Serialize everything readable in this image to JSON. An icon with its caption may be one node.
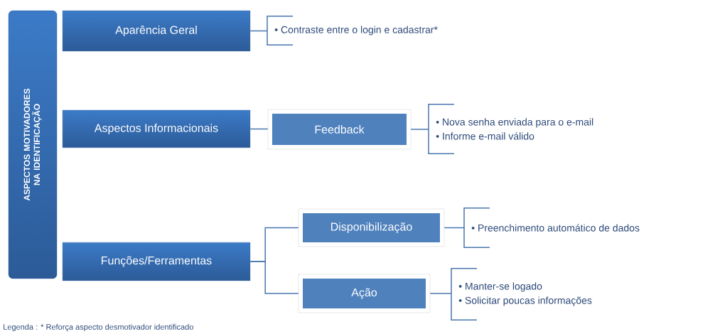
{
  "diagram": {
    "nodes": [
      {
        "text": [
          "ASPECTOS MOTIVADORES NA IDENTIFICAÇÃO"
        ]
      },
      {
        "text": [
          "Aparência Geral"
        ]
      },
      {
        "text": [
          "• Contraste entre o login e cadastrar*"
        ]
      },
      {
        "text": [
          "Aspectos Informacionais"
        ]
      },
      {
        "text": [
          "Feedback"
        ]
      },
      {
        "text": [
          "• Nova senha enviada para o e-mail",
          "• Informe e-mail válido"
        ]
      },
      {
        "text": [
          "Funções/Ferramentas"
        ]
      },
      {
        "text": [
          "Disponibilização"
        ]
      },
      {
        "text": [
          "• Preenchimento automático  de dados"
        ]
      },
      {
        "text": [
          "Ação"
        ]
      },
      {
        "text": [
          "• Manter-se logado",
          "• Solicitar poucas informações"
        ]
      }
    ],
    "edges": [
      {
        "from": 1,
        "to": 2,
        "arrow": "none"
      },
      {
        "from": 3,
        "to": 4,
        "arrow": "none"
      },
      {
        "from": 4,
        "to": 5,
        "arrow": "none"
      },
      {
        "from": 6,
        "to": 7,
        "arrow": "none"
      },
      {
        "from": 6,
        "to": 9,
        "arrow": "none"
      },
      {
        "from": 7,
        "to": 8,
        "arrow": "none"
      },
      {
        "from": 9,
        "to": 10,
        "arrow": "none"
      }
    ],
    "labels": [
      "Legenda : * Reforça aspecto desmotivador identificado"
    ]
  }
}
